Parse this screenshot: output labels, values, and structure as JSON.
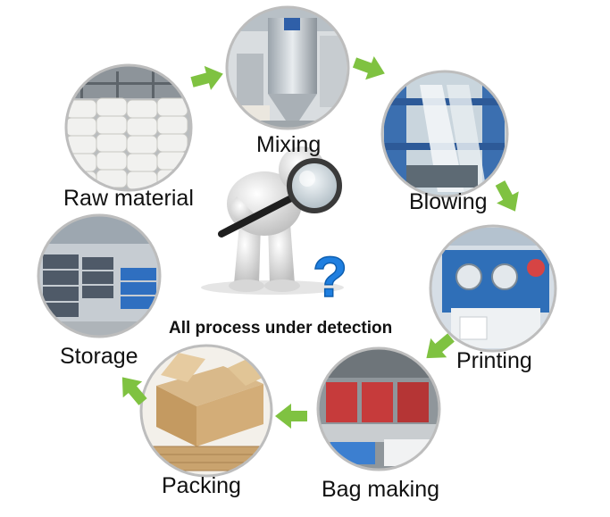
{
  "diagram": {
    "steps": [
      {
        "id": "raw-material",
        "label": "Raw material",
        "photo": "sacks-in-warehouse"
      },
      {
        "id": "mixing",
        "label": "Mixing",
        "photo": "mixing-tank"
      },
      {
        "id": "blowing",
        "label": "Blowing",
        "photo": "film-blowing-machine"
      },
      {
        "id": "printing",
        "label": "Printing",
        "photo": "printing-machine"
      },
      {
        "id": "bag-making",
        "label": "Bag making",
        "photo": "bag-making-machines"
      },
      {
        "id": "packing",
        "label": "Packing",
        "photo": "cardboard-boxes"
      },
      {
        "id": "storage",
        "label": "Storage",
        "photo": "warehouse-crates"
      }
    ],
    "center_caption": "All process under detection",
    "center_figure": "person-with-magnifying-glass",
    "question_mark": "?",
    "arrow_color": "#7fc241",
    "question_color": "#1f7fe0"
  }
}
